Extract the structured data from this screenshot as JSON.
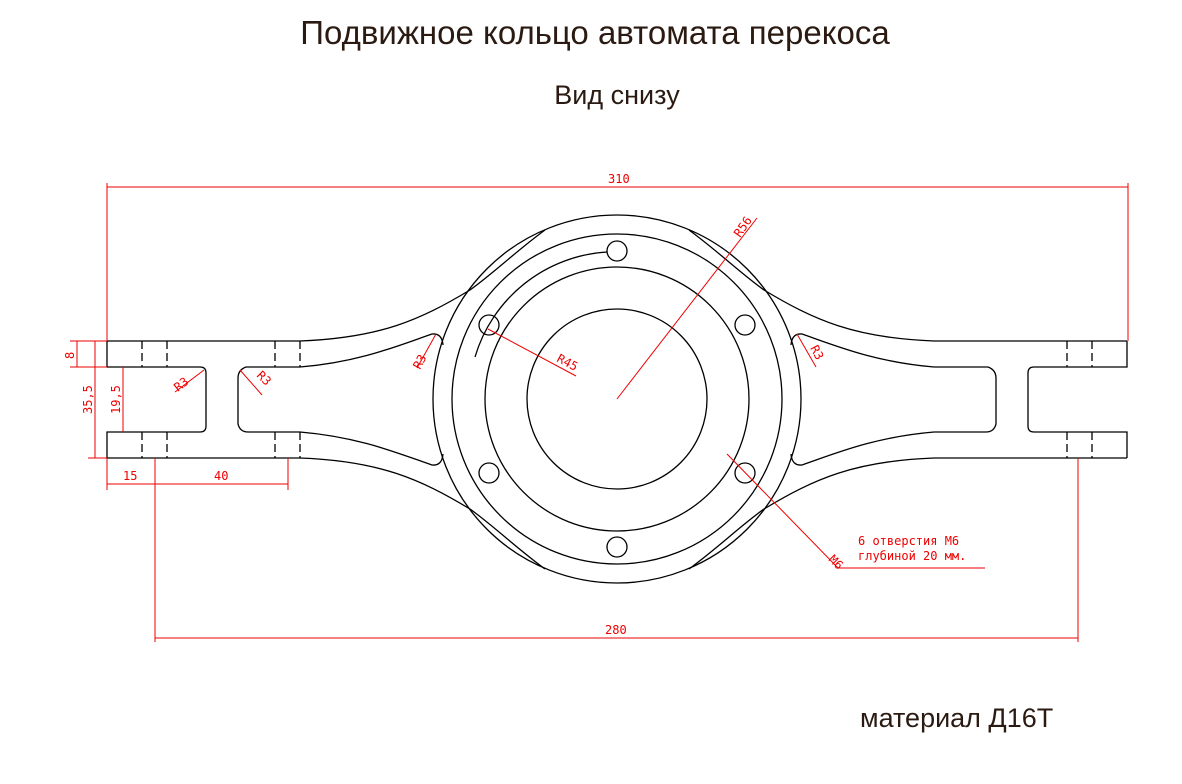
{
  "title": "Подвижное кольцо автомата перекоса",
  "subtitle": "Вид снизу",
  "material": "материал Д16Т",
  "dimensions": {
    "overall_width": "310",
    "hole_spacing": "280",
    "flange_thickness": "8",
    "end_height": "35,5",
    "slot_height": "19,5",
    "edge_to_hole": "15",
    "hole_to_hole": "40",
    "fillet_radius": "R3",
    "outer_radius": "R56",
    "bolt_circle_radius": "R45",
    "hole_thread": "M6"
  },
  "note": {
    "line1": "6 отверстия М6",
    "line2": "глубиной 20 мм."
  },
  "colors": {
    "dimension": "#e00000",
    "outline": "#000000",
    "text": "#2a1a12"
  }
}
